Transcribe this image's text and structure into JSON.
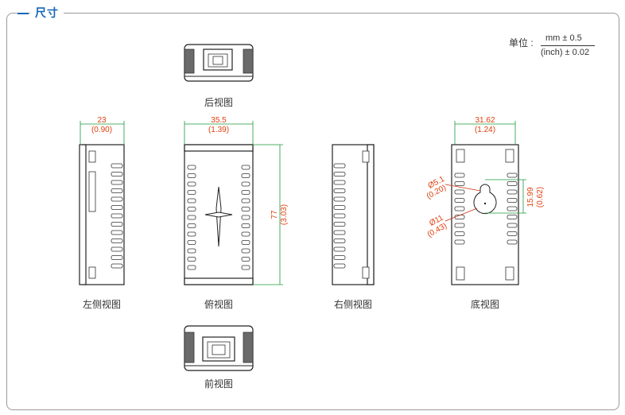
{
  "section": {
    "title": "尺寸"
  },
  "units": {
    "label": "单位 :",
    "top": "mm ± 0.5",
    "bottom": "(inch) ± 0.02"
  },
  "views": {
    "rear": "后视图",
    "left_side": "左侧视图",
    "top": "俯视图",
    "right_side": "右侧视图",
    "bottom": "底视图",
    "front": "前视图"
  },
  "dimensions": {
    "left_width_mm": "23",
    "left_width_in": "(0.90)",
    "top_width_mm": "35.5",
    "top_width_in": "(1.39)",
    "length_mm": "77",
    "length_in": "(3.03)",
    "bottom_width_mm": "31.62",
    "bottom_width_in": "(1.24)",
    "hole_small_mm": "Ø5.1",
    "hole_small_in": "(0.20)",
    "hole_large_mm": "Ø11",
    "hole_large_in": "(0.43)",
    "hole_spacing_mm": "15.99",
    "hole_spacing_in": "(0.62)"
  },
  "colors": {
    "accent": "#1566b7",
    "dimension_text": "#e0400e",
    "dimension_line": "#1a9a3a"
  }
}
